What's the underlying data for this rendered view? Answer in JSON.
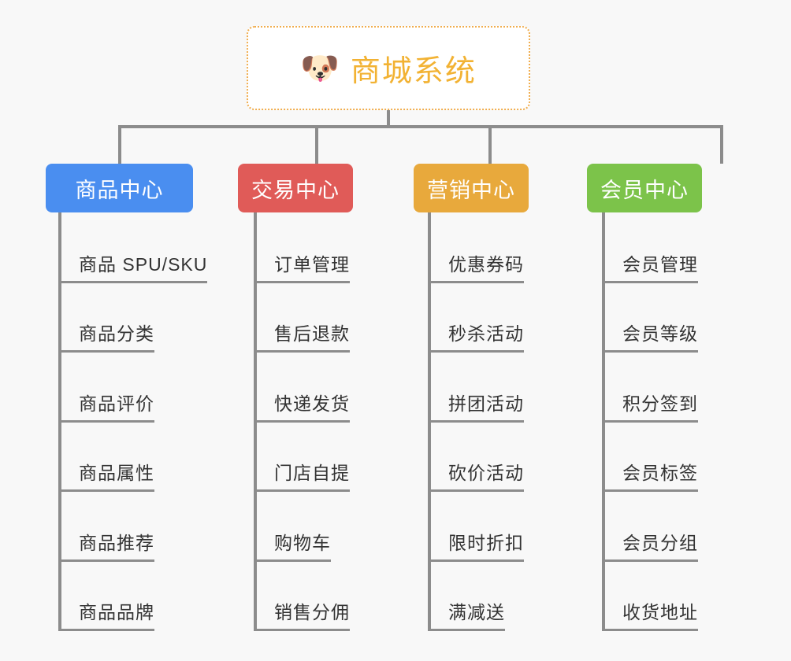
{
  "diagram": {
    "type": "mindmap-tree",
    "background_color": "#f8f8f8",
    "connector_color": "#8c8c8c",
    "root": {
      "icon": "shiba-dog-face-emoji",
      "icon_glyph": "🐶",
      "label": "商城系统",
      "text_color": "#f2b233",
      "border_color": "#f0ad4e",
      "background_color": "#ffffff"
    },
    "branches": [
      {
        "id": "product-center",
        "label": "商品中心",
        "color": "#4a8ef0",
        "items": [
          "商品 SPU/SKU",
          "商品分类",
          "商品评价",
          "商品属性",
          "商品推荐",
          "商品品牌"
        ]
      },
      {
        "id": "trade-center",
        "label": "交易中心",
        "color": "#e05b58",
        "items": [
          "订单管理",
          "售后退款",
          "快递发货",
          "门店自提",
          "购物车",
          "销售分佣"
        ]
      },
      {
        "id": "marketing-center",
        "label": "营销中心",
        "color": "#e8a93c",
        "items": [
          "优惠券码",
          "秒杀活动",
          "拼团活动",
          "砍价活动",
          "限时折扣",
          "满减送"
        ]
      },
      {
        "id": "member-center",
        "label": "会员中心",
        "color": "#7cc34a",
        "items": [
          "会员管理",
          "会员等级",
          "积分签到",
          "会员标签",
          "会员分组",
          "收货地址"
        ]
      }
    ]
  }
}
